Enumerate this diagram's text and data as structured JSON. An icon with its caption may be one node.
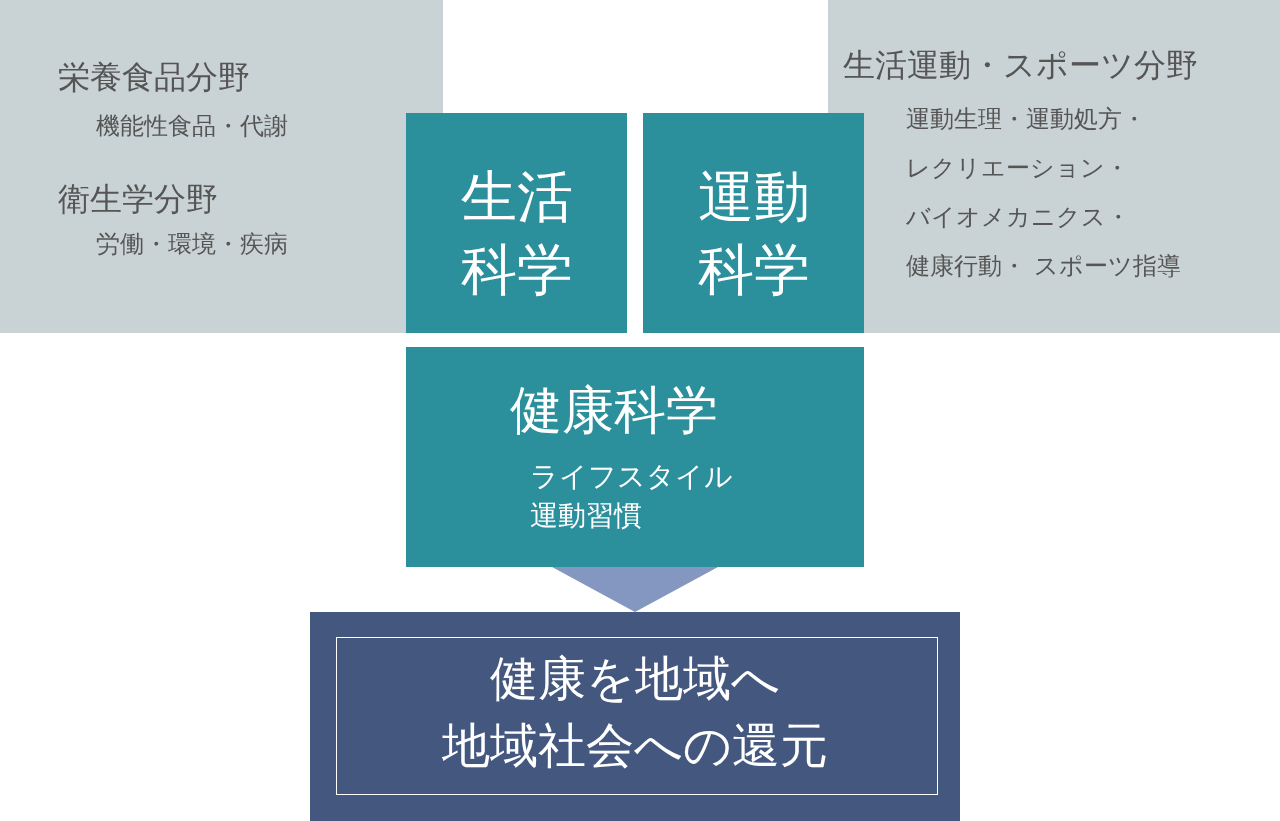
{
  "diagram": {
    "nodes": [
      {
        "text": [
          "栄養食品分野",
          "機能性食品・代謝",
          "衛生学分野",
          "労働・環境・疾病"
        ]
      },
      {
        "text": [
          "生活運動・スポーツ分野",
          "運動生理・運動処方・",
          "レクリエーション・",
          "バイオメカニクス・",
          "健康行動・ スポーツ指導"
        ]
      },
      {
        "text": [
          "生活科学"
        ]
      },
      {
        "text": [
          "運動科学"
        ]
      },
      {
        "text": [
          "健康科学",
          "ライフスタイル",
          "運動習慣"
        ]
      },
      {
        "text": [
          "健康を地域へ",
          "地域社会への還元"
        ]
      }
    ],
    "edges": [
      {
        "from": 4,
        "to": 5,
        "arrow": "to"
      }
    ]
  }
}
